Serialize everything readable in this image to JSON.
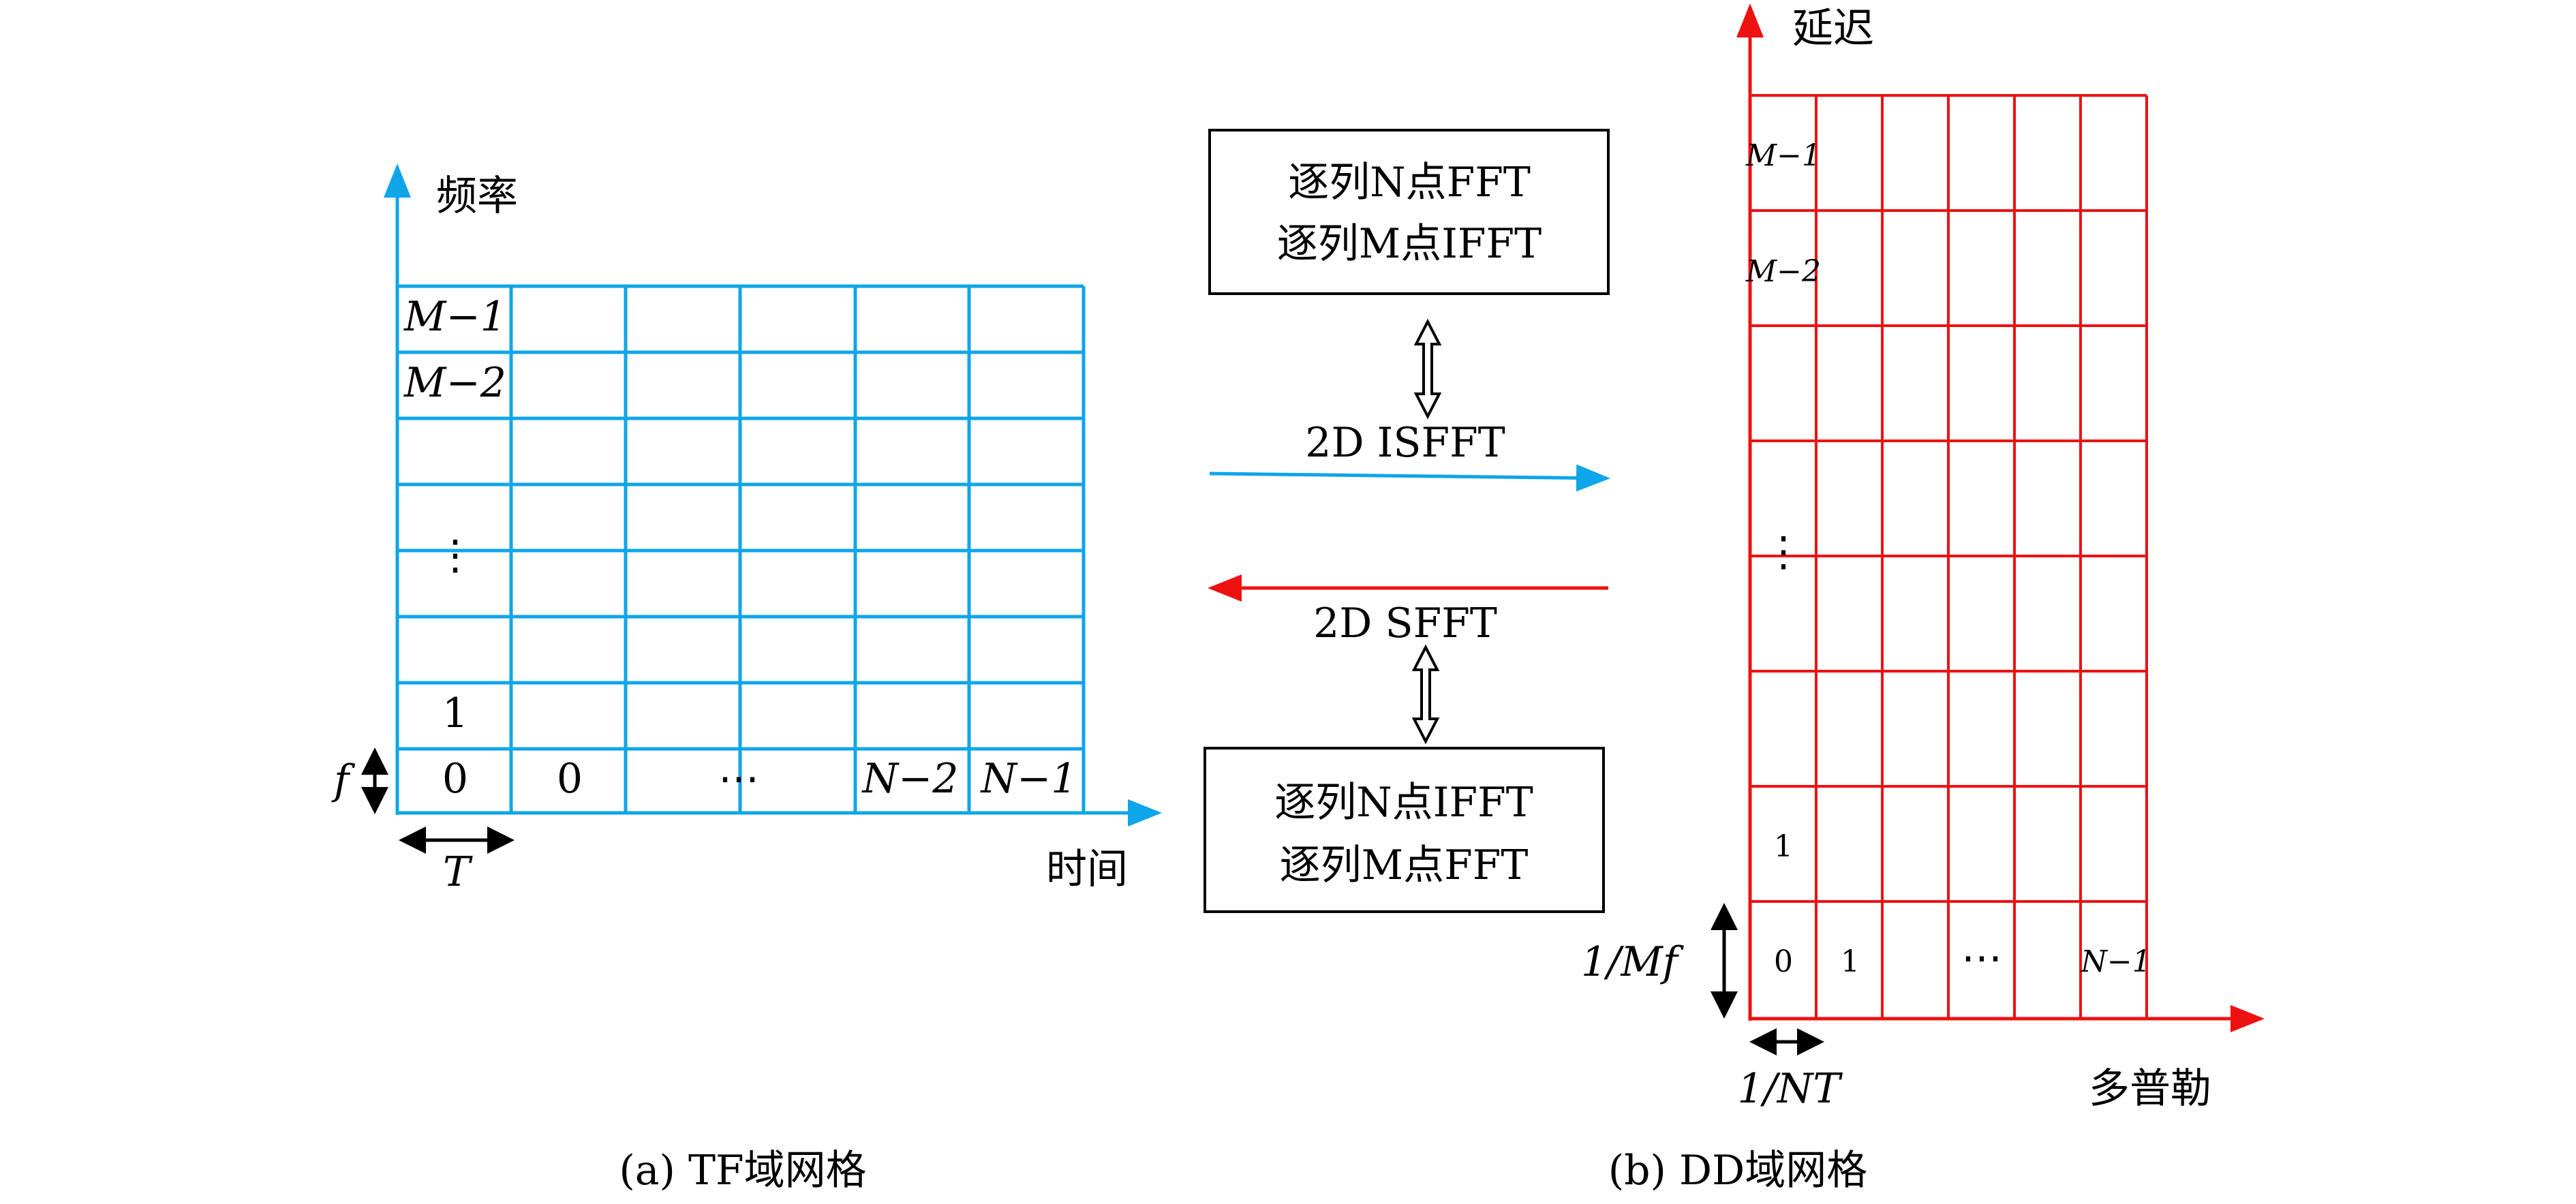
{
  "colors": {
    "tf": "#0ea5e9",
    "dd": "#ee1111",
    "ink": "#000000"
  },
  "tf": {
    "axis_y": "频率",
    "axis_x": "时间",
    "row_labels": [
      "M−1",
      "M−2",
      "",
      "⋮",
      "",
      "",
      "1",
      "0"
    ],
    "bottom_row": [
      "0",
      "0",
      "⋯",
      "",
      "N−2",
      "N−1"
    ],
    "f_label": "f",
    "T_label": "T",
    "caption": "(a) TF域网格"
  },
  "middle": {
    "box_top": [
      "逐列N点FFT",
      "逐列M点IFFT"
    ],
    "box_bottom": [
      "逐列N点IFFT",
      "逐列M点FFT"
    ],
    "isfft": "2D ISFFT",
    "sfft": "2D SFFT"
  },
  "dd": {
    "axis_y": "延迟",
    "axis_x": "多普勒",
    "row_labels": [
      "M−1",
      "M−2",
      "",
      "⋮",
      "",
      "",
      "1",
      "0"
    ],
    "bottom_row": [
      "0",
      "1",
      "",
      "⋯",
      "",
      "N−1"
    ],
    "delay_res": "1/Mf",
    "doppler_res": "1/NT",
    "caption": "(b) DD域网格"
  }
}
